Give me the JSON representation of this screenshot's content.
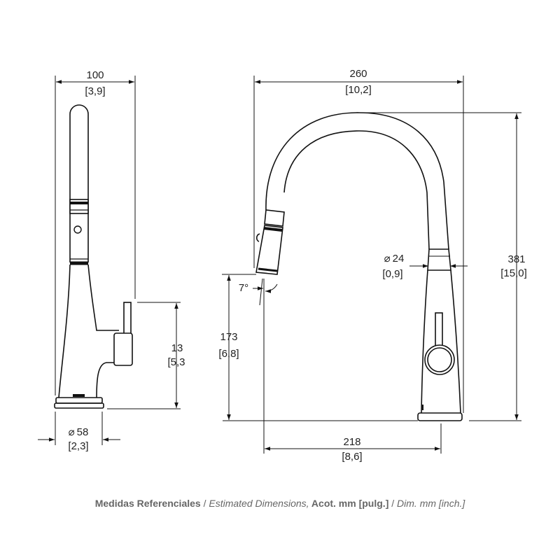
{
  "side_view": {
    "width_mm": "100",
    "width_in": "[3,9]",
    "height_mm": "13",
    "height_in": "[5,3",
    "base_diameter_symbol": "⌀",
    "base_diameter_mm": "58",
    "base_diameter_in": "[2,3]"
  },
  "front_view": {
    "reach_mm": "260",
    "reach_in": "[10,2]",
    "height_mm": "381",
    "height_in": "[15,0]",
    "spout_height_mm": "173",
    "spout_height_in": "[6,8]",
    "hose_diameter_symbol": "⌀",
    "hose_diameter_mm": "24",
    "hose_diameter_in": "[0,9]",
    "angle": "7°",
    "spout_reach_mm": "218",
    "spout_reach_in": "[8,6]"
  },
  "footer": {
    "part1": "Medidas Referenciales",
    "sep1": " / ",
    "part2": "Estimated Dimensions,",
    "part3": " Acot. mm [pulg.]",
    "sep2": " / ",
    "part4": "Dim. mm [inch.]"
  }
}
